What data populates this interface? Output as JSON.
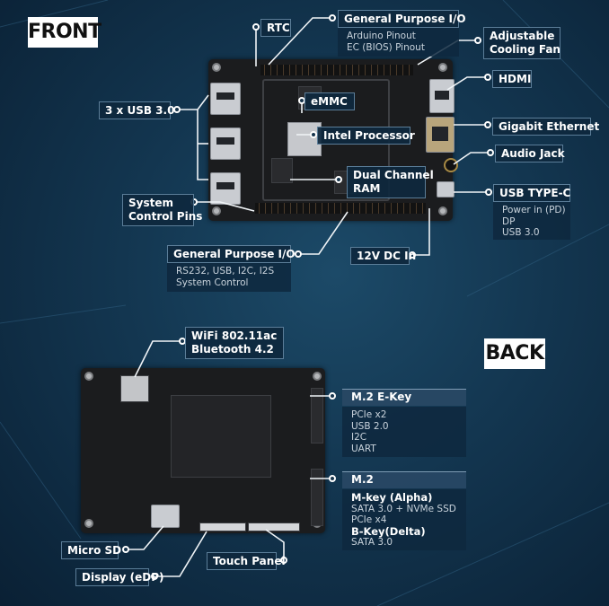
{
  "titles": {
    "front": "FRONT",
    "back": "BACK"
  },
  "front": {
    "rtc": "RTC",
    "gpio_top": {
      "title": "General Purpose I/O",
      "lines": [
        "Arduino Pinout",
        "EC (BIOS) Pinout"
      ]
    },
    "fan": {
      "lines": [
        "Adjustable",
        "Cooling Fan"
      ]
    },
    "hdmi": "HDMI",
    "usb3": "3 x USB 3.0",
    "emmc": "eMMC",
    "cpu": "Intel Processor",
    "ethernet": "Gigabit Ethernet",
    "audio": "Audio Jack",
    "ram": {
      "lines": [
        "Dual Channel",
        "RAM"
      ]
    },
    "usbc": {
      "title": "USB TYPE-C",
      "lines": [
        "Power in (PD)",
        "DP",
        "USB 3.0"
      ]
    },
    "syspins": {
      "lines": [
        "System",
        "Control Pins"
      ]
    },
    "gpio_bottom": {
      "title": "General Purpose I/O",
      "lines": [
        "RS232, USB, I2C, I2S",
        "System Control"
      ]
    },
    "dc": "12V DC In"
  },
  "back": {
    "wifi": {
      "lines": [
        "WiFi 802.11ac",
        "Bluetooth  4.2"
      ]
    },
    "ekey": {
      "title": "M.2 E-Key",
      "lines": [
        "PCIe x2",
        "USB 2.0",
        "I2C",
        "UART"
      ]
    },
    "m2": {
      "title": "M.2",
      "mkey_title": "M-key (Alpha)",
      "mkey_lines": [
        "SATA 3.0 + NVMe SSD",
        "PCIe  x4"
      ],
      "bkey_title": "B-Key(Delta)",
      "bkey_lines": [
        "SATA 3.0"
      ]
    },
    "microsd": "Micro SD",
    "touch": "Touch Panel",
    "edp": "Display (eDP)"
  },
  "colors": {
    "background": "#133650",
    "label_bg": "#0e283e",
    "title_bg": "#ffffff",
    "board": "#1b1c1e",
    "accent_line": "#e8eef3"
  }
}
